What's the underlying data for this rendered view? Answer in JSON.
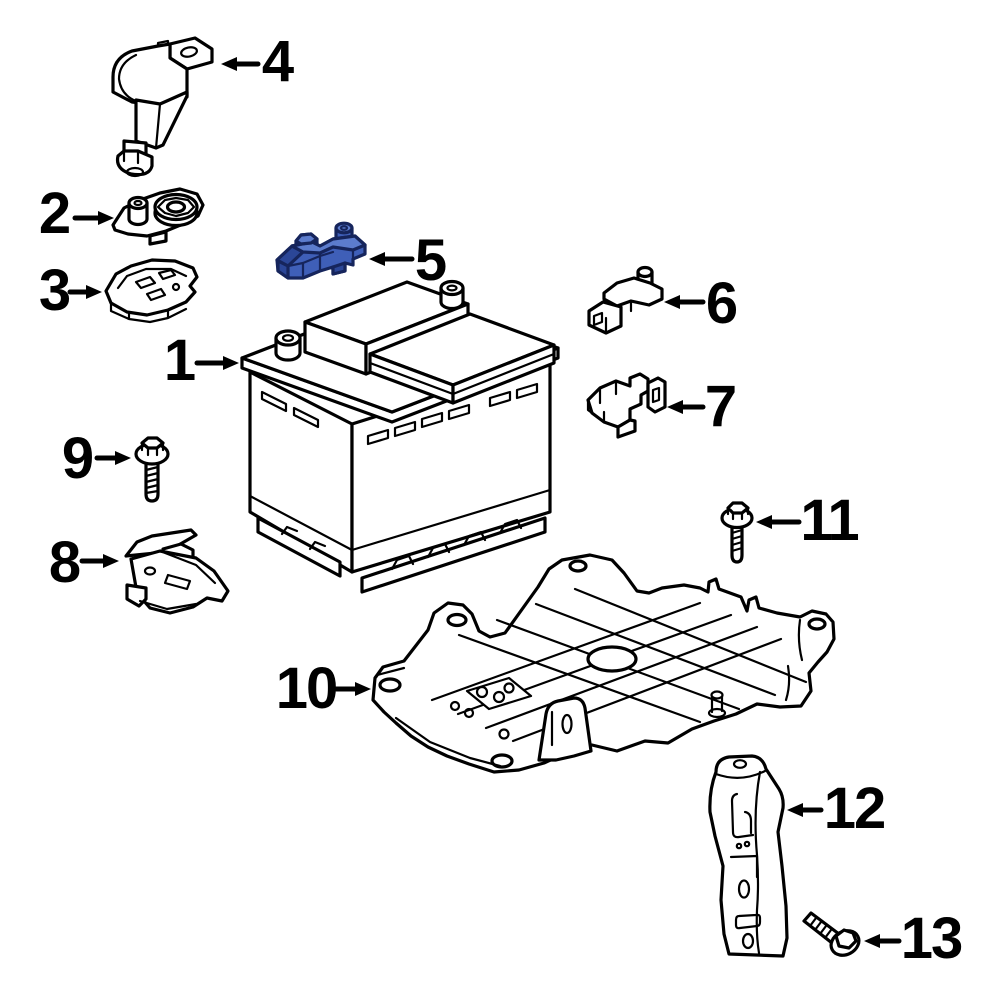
{
  "diagram": {
    "type": "exploded-parts-diagram",
    "subject": "Vehicle battery, battery tray and terminal components",
    "background_color": "#ffffff",
    "line_color": "#000000",
    "label_color": "#000000",
    "highlight": {
      "fill": "#3f5fb8",
      "fill_light": "#5c7ccd",
      "fill_dark": "#2b4697",
      "stroke": "#16255c"
    },
    "callouts": [
      {
        "label": "1",
        "part": "battery"
      },
      {
        "label": "2",
        "part": "battery-terminal"
      },
      {
        "label": "3",
        "part": "terminal-fuse-block"
      },
      {
        "label": "4",
        "part": "battery-terminal-cover"
      },
      {
        "label": "5",
        "part": "battery-terminal-connector",
        "highlighted": true
      },
      {
        "label": "6",
        "part": "terminal-bracket"
      },
      {
        "label": "7",
        "part": "mounting-bracket"
      },
      {
        "label": "8",
        "part": "battery-hold-down-clamp"
      },
      {
        "label": "9",
        "part": "hold-down-bolt"
      },
      {
        "label": "10",
        "part": "battery-tray"
      },
      {
        "label": "11",
        "part": "tray-bolt"
      },
      {
        "label": "12",
        "part": "battery-support-bracket"
      },
      {
        "label": "13",
        "part": "support-bracket-bolt"
      }
    ]
  }
}
